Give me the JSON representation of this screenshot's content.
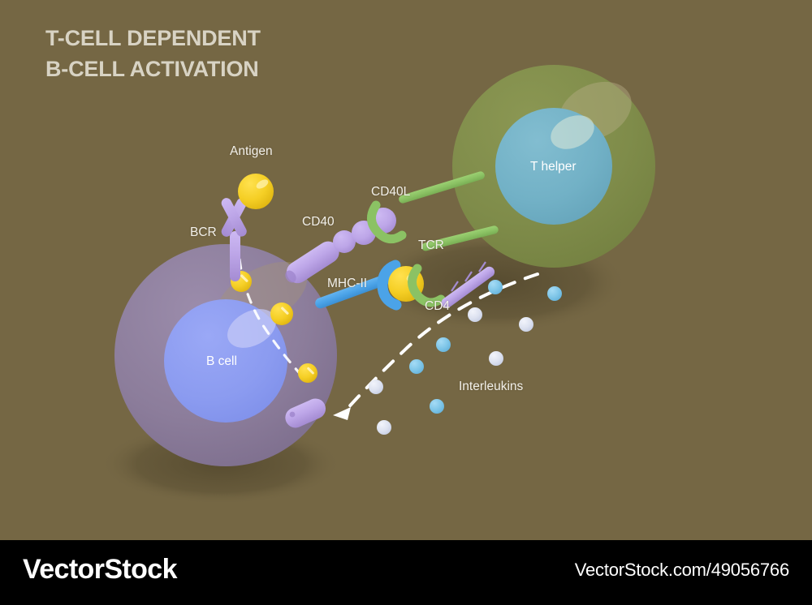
{
  "title": {
    "line1": "T-CELL DEPENDENT",
    "line2": "B-CELL ACTIVATION"
  },
  "background_color": "#756744",
  "labels": {
    "antigen": "Antigen",
    "bcr": "BCR",
    "cd40": "CD40",
    "cd40l": "CD40L",
    "mhc_ii": "MHC-II",
    "tcr": "TCR",
    "cd4": "CD4",
    "interleukins": "Interleukins"
  },
  "cells": {
    "b_cell": {
      "label": "B cell",
      "membrane_color": "#8c7d9b",
      "nucleus_color": "#8b9bf0"
    },
    "t_helper": {
      "label": "T helper",
      "membrane_color": "#7f8c4a",
      "nucleus_color": "#72b1c6"
    }
  },
  "colors": {
    "antigen_yellow": "#f5cf25",
    "receptor_purple": "#bda6e8",
    "mhc_blue": "#4ba3e8",
    "tcr_green": "#8bc264",
    "interleukin_blue": "#7fc6e8",
    "interleukin_pale": "#dde2f0",
    "arrow_white": "#ffffff"
  },
  "footer": {
    "logo": "VectorStock",
    "url": "VectorStock.com/49056766"
  }
}
